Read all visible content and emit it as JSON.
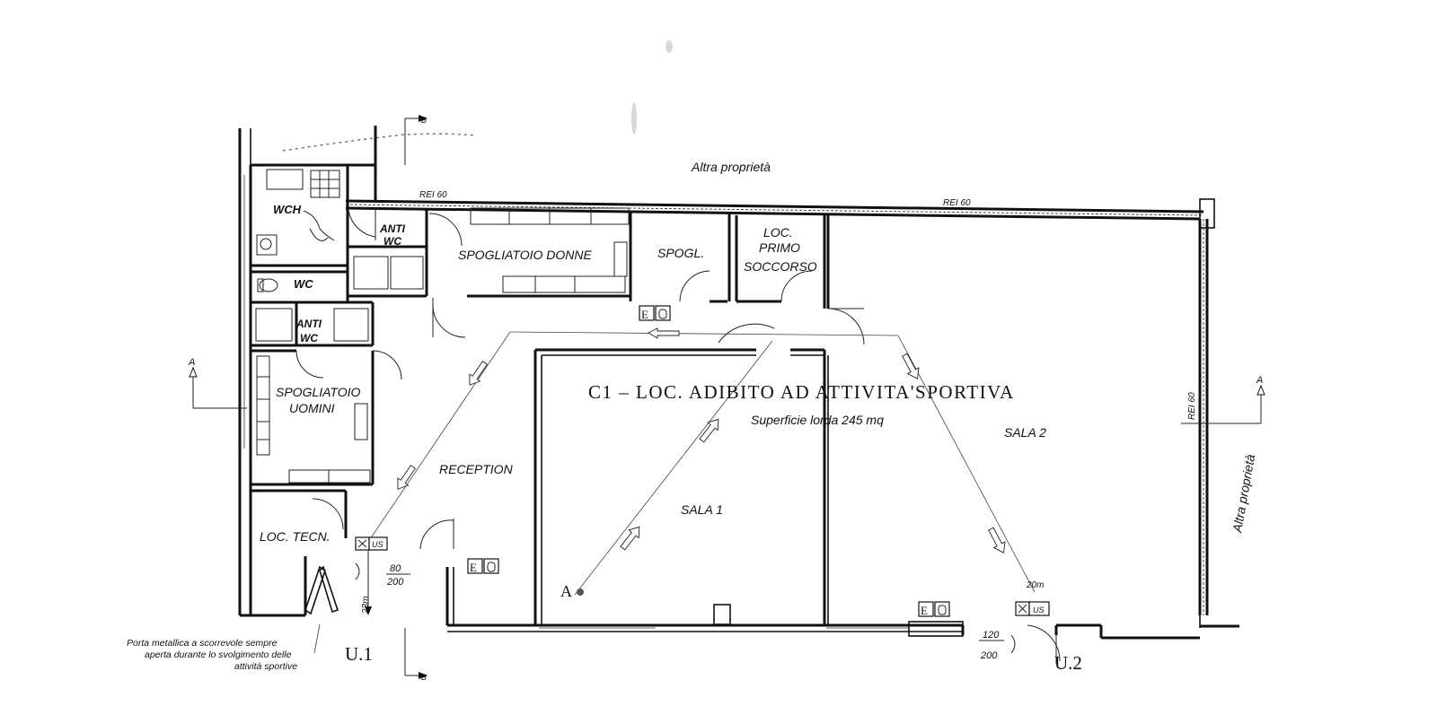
{
  "labels": {
    "altra_top": "Altra proprietà",
    "altra_right": "Altra proprietà",
    "rei_left": "REI 60",
    "rei_right": "REI 60",
    "rei_vertical": "REI 60",
    "title": "C1 – LOC. ADIBITO AD ATTIVITA'SPORTIVA",
    "subtitle": "Superficie lorda 245 mq",
    "wch": "WCH",
    "anti_wc_top_1": "ANTI",
    "anti_wc_top_2": "WC",
    "wc": "WC",
    "anti_wc_bottom_1": "ANTI",
    "anti_wc_bottom_2": "WC",
    "spogliatoio_donne": "SPOGLIATOIO DONNE",
    "spogl": "SPOGL.",
    "loc_primo_1": "LOC.",
    "loc_primo_2": "PRIMO",
    "loc_primo_3": "SOCCORSO",
    "spogliatoio_uomini_1": "SPOGLIATOIO",
    "spogliatoio_uomini_2": "UOMINI",
    "reception": "RECEPTION",
    "sala1": "SALA 1",
    "sala2": "SALA 2",
    "loc_tecn": "LOC. TECN.",
    "section_a": "A",
    "section_b": "B",
    "point_a": "A",
    "u1": "U.1",
    "u2": "U.2",
    "door1_w": "80",
    "door1_h": "200",
    "door2_w": "120",
    "door2_h": "200",
    "dist_23m": "23m",
    "dist_20m": "20m",
    "us": "US",
    "e": "E",
    "note_line1": "Porta metallica a scorrevole sempre",
    "note_line2": "aperta durante lo svolgimento delle",
    "note_line3": "attività sportive"
  },
  "colors": {
    "ink": "#111111",
    "paper": "#ffffff"
  }
}
